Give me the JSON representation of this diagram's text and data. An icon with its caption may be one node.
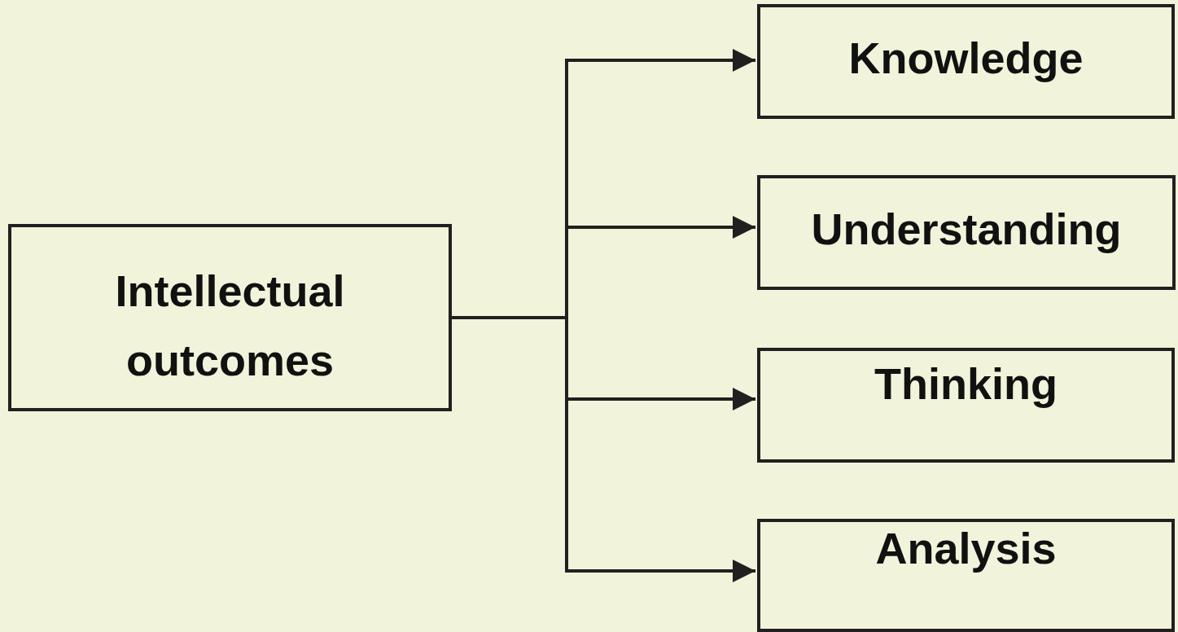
{
  "diagram": {
    "nodes": [
      {
        "text": [
          "Intellectual outcomes"
        ]
      },
      {
        "text": [
          "Knowledge"
        ]
      },
      {
        "text": [
          "Understanding"
        ]
      },
      {
        "text": [
          "Thinking"
        ]
      },
      {
        "text": [
          "Analysis"
        ]
      }
    ],
    "edges": [
      {
        "from": 0,
        "to": 1,
        "arrow": "to"
      },
      {
        "from": 0,
        "to": 2,
        "arrow": "to"
      },
      {
        "from": 0,
        "to": 3,
        "arrow": "to"
      },
      {
        "from": 0,
        "to": 4,
        "arrow": "to"
      }
    ]
  }
}
